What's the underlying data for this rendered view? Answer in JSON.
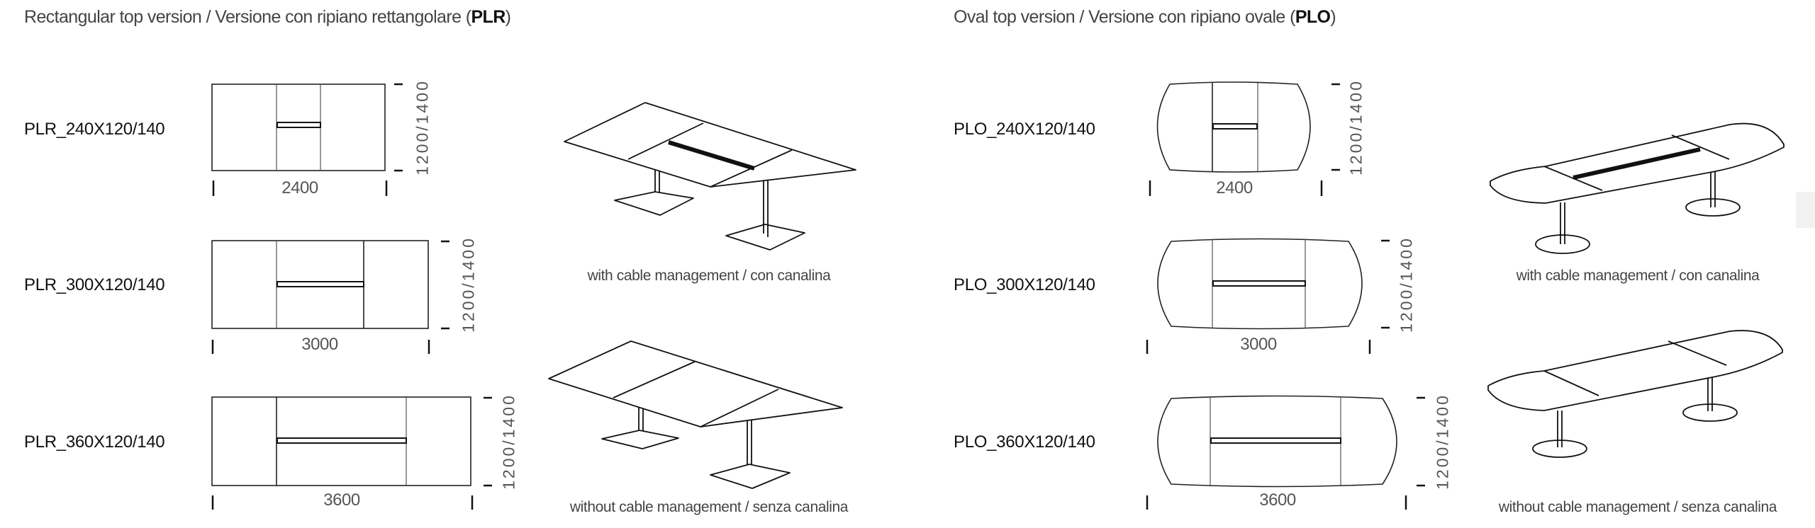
{
  "rectangular": {
    "title_prefix": "Rectangular top version / Versione con ripiano rettangolare (",
    "title_code": "PLR",
    "title_suffix": ")",
    "models": [
      {
        "code": "PLR_240X120/140",
        "length": "2400",
        "depth": "1200/1400"
      },
      {
        "code": "PLR_300X120/140",
        "length": "3000",
        "depth": "1200/1400"
      },
      {
        "code": "PLR_360X120/140",
        "length": "3600",
        "depth": "1200/1400"
      }
    ],
    "captions": {
      "with": "with cable management / con canalina",
      "without": "without cable management / senza canalina"
    }
  },
  "oval": {
    "title_prefix": "Oval top version / Versione con ripiano ovale (",
    "title_code": "PLO",
    "title_suffix": ")",
    "models": [
      {
        "code": "PLO_240X120/140",
        "length": "2400",
        "depth": "1200/1400"
      },
      {
        "code": "PLO_300X120/140",
        "length": "3000",
        "depth": "1200/1400"
      },
      {
        "code": "PLO_360X120/140",
        "length": "3600",
        "depth": "1200/1400"
      }
    ],
    "captions": {
      "with": "with cable management / con canalina",
      "without": "without cable management / senza canalina"
    }
  }
}
